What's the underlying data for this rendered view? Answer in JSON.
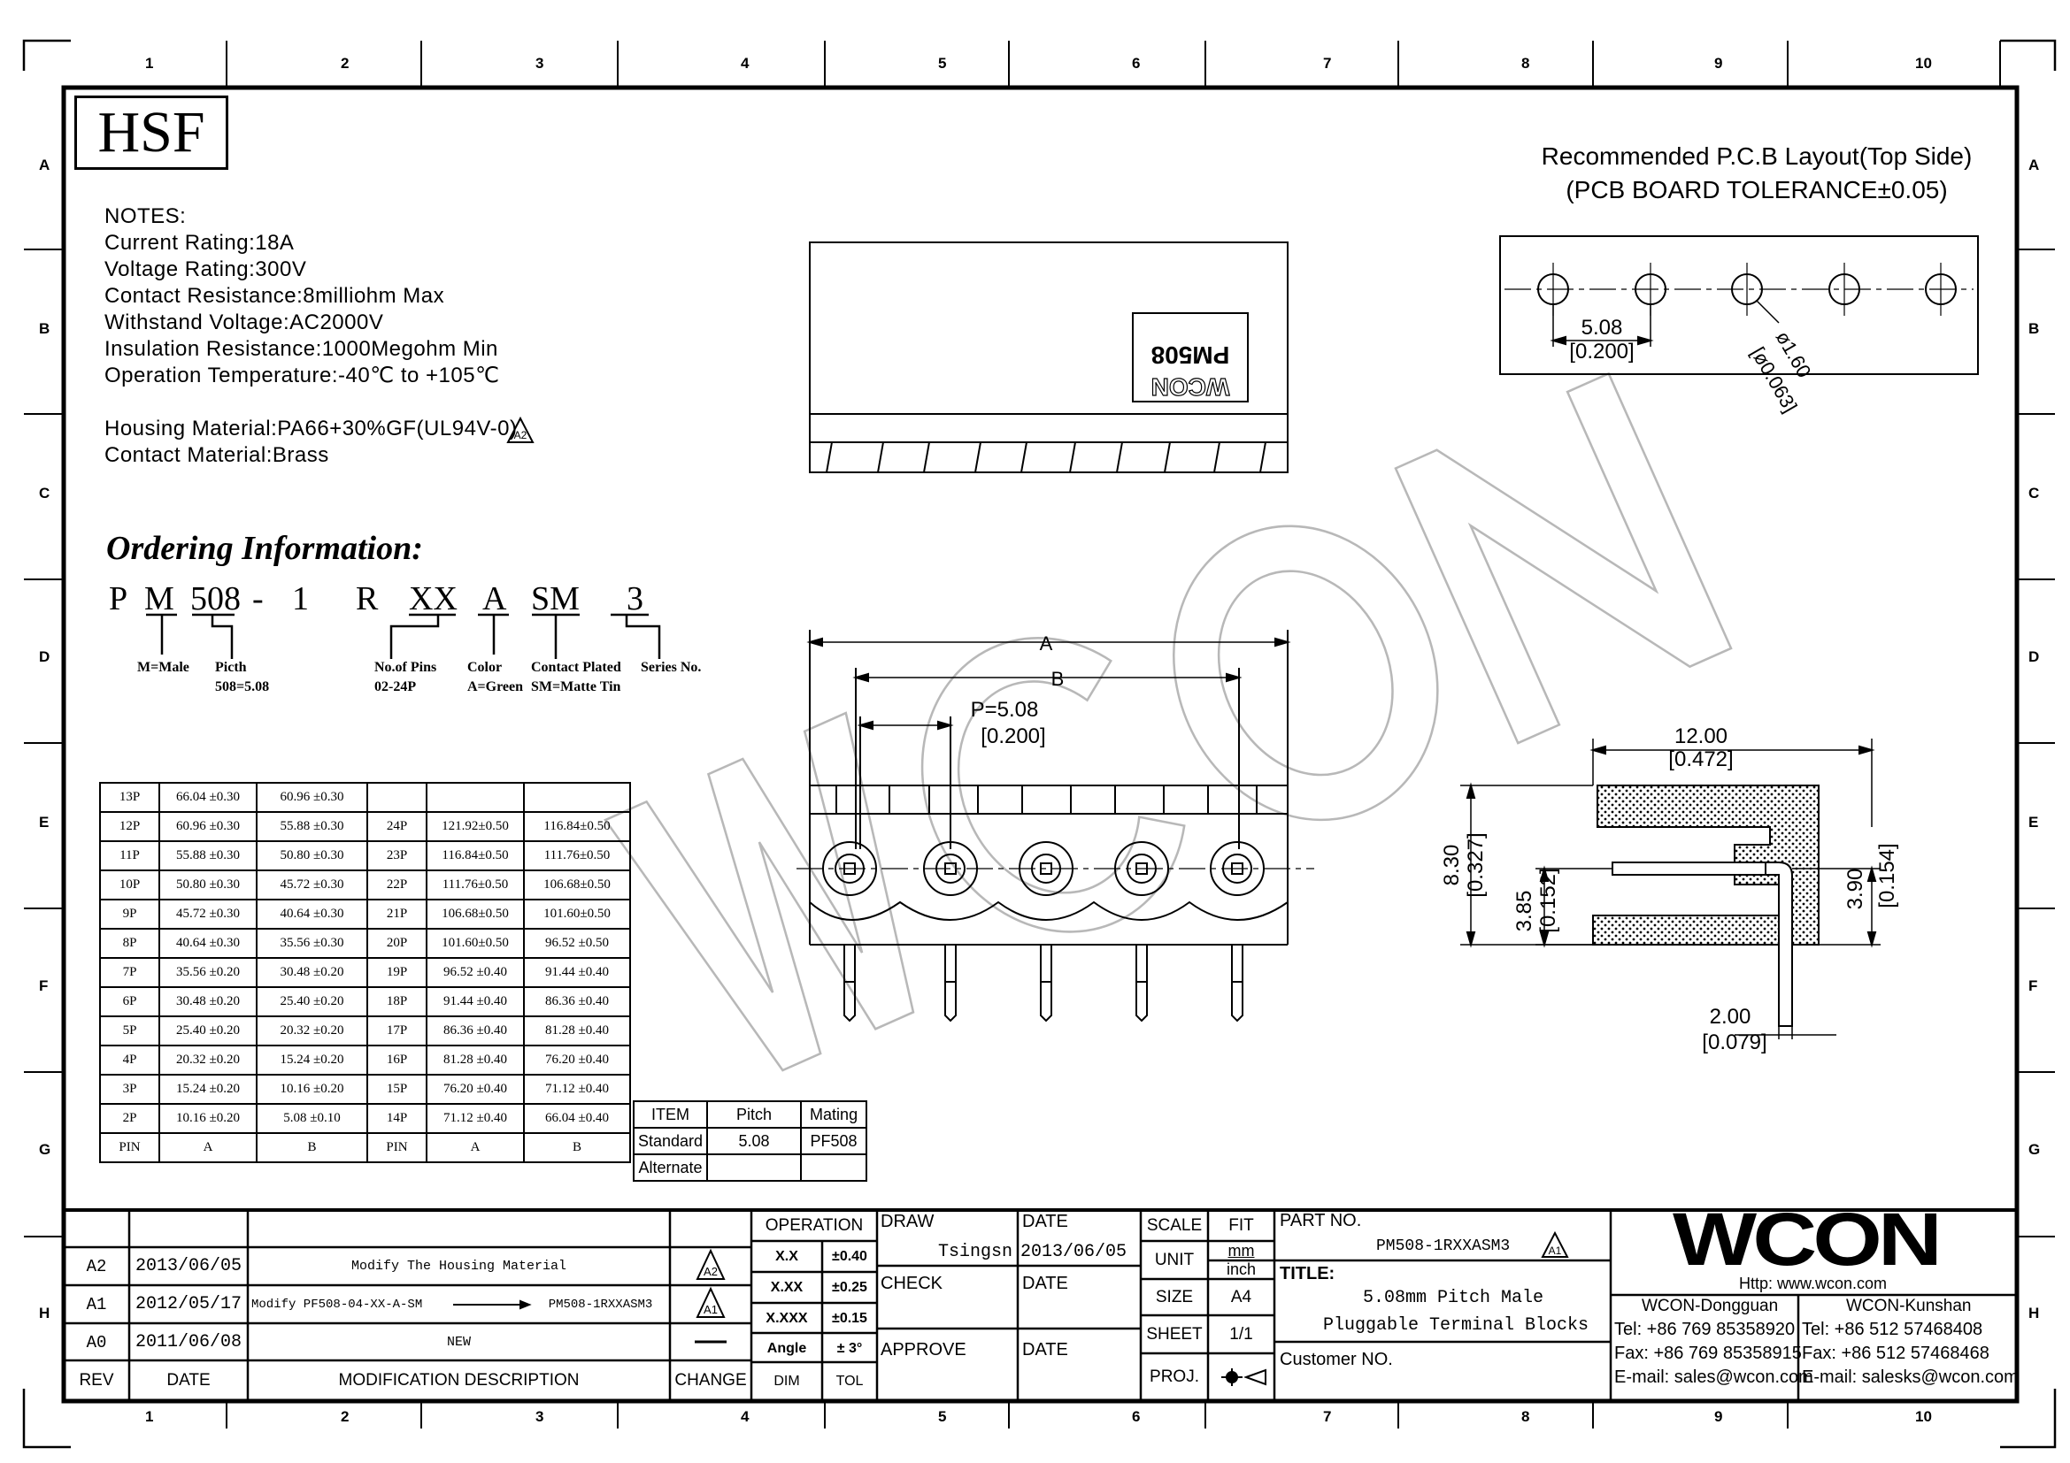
{
  "frame": {
    "columns": [
      "1",
      "2",
      "3",
      "4",
      "5",
      "6",
      "7",
      "8",
      "9",
      "10"
    ],
    "rows": [
      "A",
      "B",
      "C",
      "D",
      "E",
      "F",
      "G",
      "H"
    ]
  },
  "logo_small": "HSF",
  "notes": {
    "heading": "NOTES:",
    "lines": [
      "Current  Rating:18A",
      "Voltage  Rating:300V",
      "Contact  Resistance:8milliohm  Max",
      "Withstand  Voltage:AC2000V",
      "Insulation  Resistance:1000Megohm  Min",
      "Operation  Temperature:-40℃  to  +105℃"
    ],
    "housing": "Housing  Material:PA66+30%GF(UL94V-0)",
    "housing_rev": "A2",
    "contact": "Contact  Material:Brass"
  },
  "ordering": {
    "title": "Ordering Information:",
    "code": [
      "P",
      "M",
      "508",
      "-",
      "1",
      "R",
      "XX",
      "A",
      "SM",
      "3"
    ],
    "labels": [
      {
        "l1": "M=Male",
        "l2": ""
      },
      {
        "l1": "Picth",
        "l2": "508=5.08"
      },
      {
        "l1": "No.of Pins",
        "l2": "02-24P"
      },
      {
        "l1": "Color",
        "l2": "A=Green"
      },
      {
        "l1": "Contact Plated",
        "l2": "SM=Matte Tin"
      },
      {
        "l1": "Series No.",
        "l2": ""
      }
    ]
  },
  "dim_table": {
    "header": [
      "PIN",
      "A",
      "B",
      "PIN",
      "A",
      "B"
    ],
    "rows": [
      [
        "13P",
        "66.04 ±0.30",
        "60.96 ±0.30",
        "",
        "",
        ""
      ],
      [
        "12P",
        "60.96 ±0.30",
        "55.88 ±0.30",
        "24P",
        "121.92±0.50",
        "116.84±0.50"
      ],
      [
        "11P",
        "55.88 ±0.30",
        "50.80 ±0.30",
        "23P",
        "116.84±0.50",
        "111.76±0.50"
      ],
      [
        "10P",
        "50.80 ±0.30",
        "45.72 ±0.30",
        "22P",
        "111.76±0.50",
        "106.68±0.50"
      ],
      [
        "9P",
        "45.72 ±0.30",
        "40.64 ±0.30",
        "21P",
        "106.68±0.50",
        "101.60±0.50"
      ],
      [
        "8P",
        "40.64 ±0.30",
        "35.56 ±0.30",
        "20P",
        "101.60±0.50",
        "96.52 ±0.50"
      ],
      [
        "7P",
        "35.56 ±0.20",
        "30.48 ±0.20",
        "19P",
        "96.52 ±0.40",
        "91.44 ±0.40"
      ],
      [
        "6P",
        "30.48 ±0.20",
        "25.40 ±0.20",
        "18P",
        "91.44 ±0.40",
        "86.36 ±0.40"
      ],
      [
        "5P",
        "25.40 ±0.20",
        "20.32 ±0.20",
        "17P",
        "86.36 ±0.40",
        "81.28 ±0.40"
      ],
      [
        "4P",
        "20.32 ±0.20",
        "15.24 ±0.20",
        "16P",
        "81.28 ±0.40",
        "76.20 ±0.40"
      ],
      [
        "3P",
        "15.24 ±0.20",
        "10.16 ±0.20",
        "15P",
        "76.20 ±0.40",
        "71.12 ±0.40"
      ],
      [
        "2P",
        "10.16 ±0.20",
        "5.08 ±0.10",
        "14P",
        "71.12 ±0.40",
        "66.04 ±0.40"
      ]
    ]
  },
  "mating_table": {
    "rows": [
      [
        "ITEM",
        "Pitch",
        "Mating"
      ],
      [
        "Standard",
        "5.08",
        "PF508"
      ],
      [
        "Alternate",
        "",
        ""
      ]
    ]
  },
  "drawing": {
    "part_label": "PM508",
    "part_logo": "WCON",
    "dim_A": "A",
    "dim_B": "B",
    "pitch": "P=5.08",
    "pitch_in": "[0.200]",
    "pcb_title1": "Recommended  P.C.B  Layout(Top  Side)",
    "pcb_title2": "(PCB  BOARD  TOLERANCE±0.05)",
    "pcb_pitch": "5.08",
    "pcb_pitch_in": "[0.200]",
    "hole": "ø1.60",
    "hole_in": "[ø0.063]",
    "side_w": "12.00",
    "side_w_in": "[0.472]",
    "side_h": "8.30",
    "side_h_in": "[0.327]",
    "side_h2": "3.85",
    "side_h2_in": "[0.152]",
    "side_h3": "3.90",
    "side_h3_in": "[0.154]",
    "side_pin": "2.00",
    "side_pin_in": "[0.079]",
    "watermark": "WCON"
  },
  "revisions": {
    "rows": [
      {
        "rev": "A2",
        "date": "2013/06/05",
        "desc": "Modify The Housing Material",
        "change": "A2"
      },
      {
        "rev": "A1",
        "date": "2012/05/17",
        "desc": "Modify PF508-04-XX-A-SM",
        "desc_to": "PM508-1RXXASM3",
        "change": "A1"
      },
      {
        "rev": "A0",
        "date": "2011/06/08",
        "desc": "NEW",
        "change": "—"
      }
    ],
    "header": {
      "rev": "REV",
      "date": "DATE",
      "desc": "MODIFICATION  DESCRIPTION",
      "change": "CHANGE"
    }
  },
  "tolerance": {
    "title": "OPERATION",
    "rows": [
      [
        "X.X",
        "±0.40"
      ],
      [
        "X.XX",
        "±0.25"
      ],
      [
        "X.XXX",
        "±0.15"
      ],
      [
        "Angle",
        "± 3°"
      ]
    ],
    "footer": [
      "DIM",
      "TOL"
    ]
  },
  "signoff": {
    "draw": "DRAW",
    "drawer": "Tsingsn",
    "date": "DATE",
    "draw_date": "2013/06/05",
    "check": "CHECK",
    "check_date": "DATE",
    "approve": "APPROVE",
    "approve_date": "DATE"
  },
  "spec": {
    "scale": "SCALE",
    "fit": "FIT",
    "unit": "UNIT",
    "unit_mm": "mm",
    "unit_inch": "inch",
    "size": "SIZE",
    "size_val": "A4",
    "sheet": "SHEET",
    "sheet_val": "1/1",
    "proj": "PROJ."
  },
  "part": {
    "label": "PART NO.",
    "number": "PM508-1RXXASM3",
    "rev": "A1",
    "title_label": "TITLE:",
    "title1": "5.08mm Pitch Male",
    "title2": "Pluggable Terminal Blocks",
    "customer": "Customer NO."
  },
  "company": {
    "logo": "WCON",
    "url": "Http: www.wcon.com",
    "offices": [
      {
        "name": "WCON-Dongguan",
        "tel": "Tel: +86 769 85358920",
        "fax": "Fax: +86 769 85358915",
        "email": "E-mail: sales@wcon.com"
      },
      {
        "name": "WCON-Kunshan",
        "tel": "Tel: +86 512 57468408",
        "fax": "Fax: +86 512 57468468",
        "email": "E-mail: salesks@wcon.com"
      }
    ]
  }
}
